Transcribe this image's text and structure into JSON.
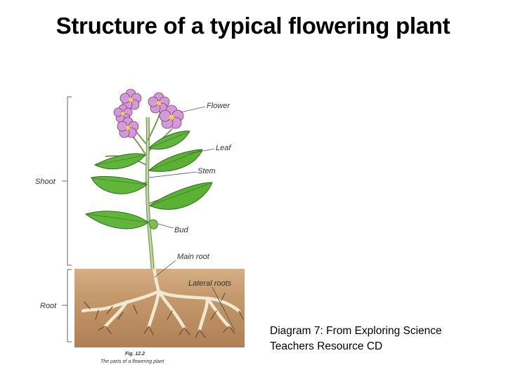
{
  "slide": {
    "title": "Structure of a typical flowering plant",
    "source_caption": {
      "line1": "Diagram 7: From Exploring Science",
      "line2": "Teachers Resource CD"
    }
  },
  "diagram": {
    "labels": {
      "flower": "Flower",
      "leaf": "Leaf",
      "stem": "Stem",
      "bud": "Bud",
      "main_root": "Main root",
      "lateral_roots": "Lateral roots",
      "shoot": "Shoot",
      "root": "Root"
    },
    "figure_number": "Fig. 12.2",
    "figure_caption": "The parts of a flowering plant",
    "colors": {
      "soil": "#c49a6c",
      "leaf": "#5fb63a",
      "leaf_outline": "#2f6b1f",
      "petal": "#d49ad6",
      "flower_center": "#f2d43a",
      "stem": "#a8c88a",
      "root": "#f3ecd8"
    }
  }
}
